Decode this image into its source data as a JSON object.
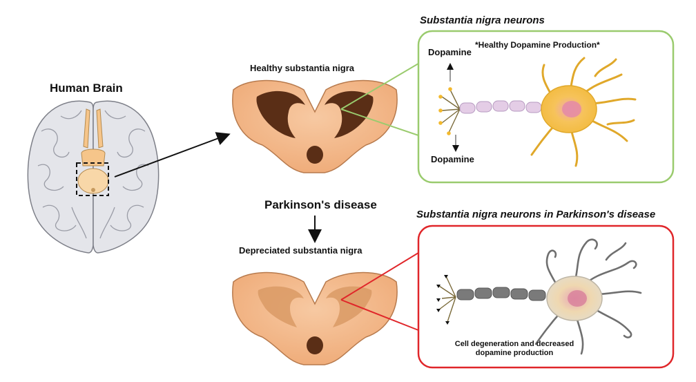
{
  "colors": {
    "healthy_box": "#9acb6e",
    "disease_box": "#e0262a",
    "midbrain_fill": "#f4b886",
    "substantia_dark": "#5a2e16",
    "neuron_healthy": "#f5c842",
    "neuron_disease": "#d9d2c4",
    "axon_healthy": "#d9c6e0",
    "axon_disease": "#7a7a7a"
  },
  "labels": {
    "human_brain": "Human Brain",
    "healthy_sn": "Healthy substantia nigra",
    "parkinsons": "Parkinson's disease",
    "depreciated_sn": "Depreciated substantia nigra",
    "sn_neurons": "Substantia nigra neurons",
    "sn_neurons_pd": "Substantia nigra neurons in Parkinson's disease",
    "healthy_dopamine": "*Healthy Dopamine Production*",
    "dopamine_top": "Dopamine",
    "dopamine_bottom": "Dopamine",
    "degeneration": "Cell degeneration and decreased dopamine production"
  },
  "icons": [
    "brain-illustration",
    "midbrain-cross-section",
    "dopaminergic-neuron"
  ]
}
